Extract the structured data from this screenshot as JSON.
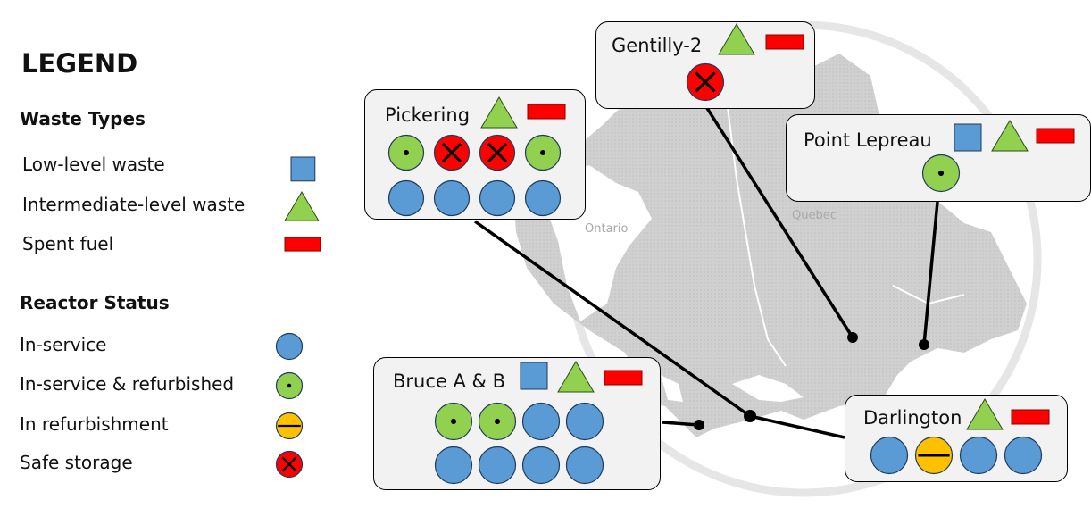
{
  "legend": {
    "title": "LEGEND",
    "waste_heading": "Waste Types",
    "waste_types": [
      {
        "label": "Low-level waste",
        "icon": "square-icon"
      },
      {
        "label": "Intermediate-level waste",
        "icon": "triangle-icon"
      },
      {
        "label": "Spent fuel",
        "icon": "rectangle-icon"
      }
    ],
    "status_heading": "Reactor Status",
    "statuses": [
      {
        "label": "In-service",
        "icon": "blue-circle-icon"
      },
      {
        "label": "In-service & refurbished",
        "icon": "green-dot-circle-icon"
      },
      {
        "label": "In refurbishment",
        "icon": "yellow-minus-circle-icon"
      },
      {
        "label": "Safe storage",
        "icon": "red-x-circle-icon"
      }
    ]
  },
  "map_labels": {
    "ontario": "Ontario",
    "quebec": "Quebec"
  },
  "stations": [
    {
      "id": "gentilly",
      "name": "Gentilly-2",
      "waste": [
        "intermediate",
        "spent"
      ],
      "reactors": [
        "safe"
      ]
    },
    {
      "id": "pickering",
      "name": "Pickering",
      "waste": [
        "intermediate",
        "spent"
      ],
      "reactors": [
        "refurbished",
        "safe",
        "safe",
        "refurbished",
        "in-service",
        "in-service",
        "in-service",
        "in-service"
      ]
    },
    {
      "id": "lepreau",
      "name": "Point Lepreau",
      "waste": [
        "low",
        "intermediate",
        "spent"
      ],
      "reactors": [
        "refurbished"
      ]
    },
    {
      "id": "bruce",
      "name": "Bruce A & B",
      "waste": [
        "low",
        "intermediate",
        "spent"
      ],
      "reactors": [
        "refurbished",
        "refurbished",
        "in-service",
        "in-service",
        "in-service",
        "in-service",
        "in-service",
        "in-service"
      ]
    },
    {
      "id": "darlington",
      "name": "Darlington",
      "waste": [
        "intermediate",
        "spent"
      ],
      "reactors": [
        "in-service",
        "refurbishment",
        "in-service",
        "in-service"
      ]
    }
  ],
  "colors": {
    "in_service": "#5b9bd5",
    "refurbished": "#92d050",
    "refurbishment": "#ffc000",
    "safe_storage": "#ff0000",
    "low_level": "#5b9bd5",
    "intermediate": "#92d050",
    "spent_fuel": "#ff0000",
    "box_fill": "#f2f2f2",
    "land": "#cfcfcf"
  }
}
